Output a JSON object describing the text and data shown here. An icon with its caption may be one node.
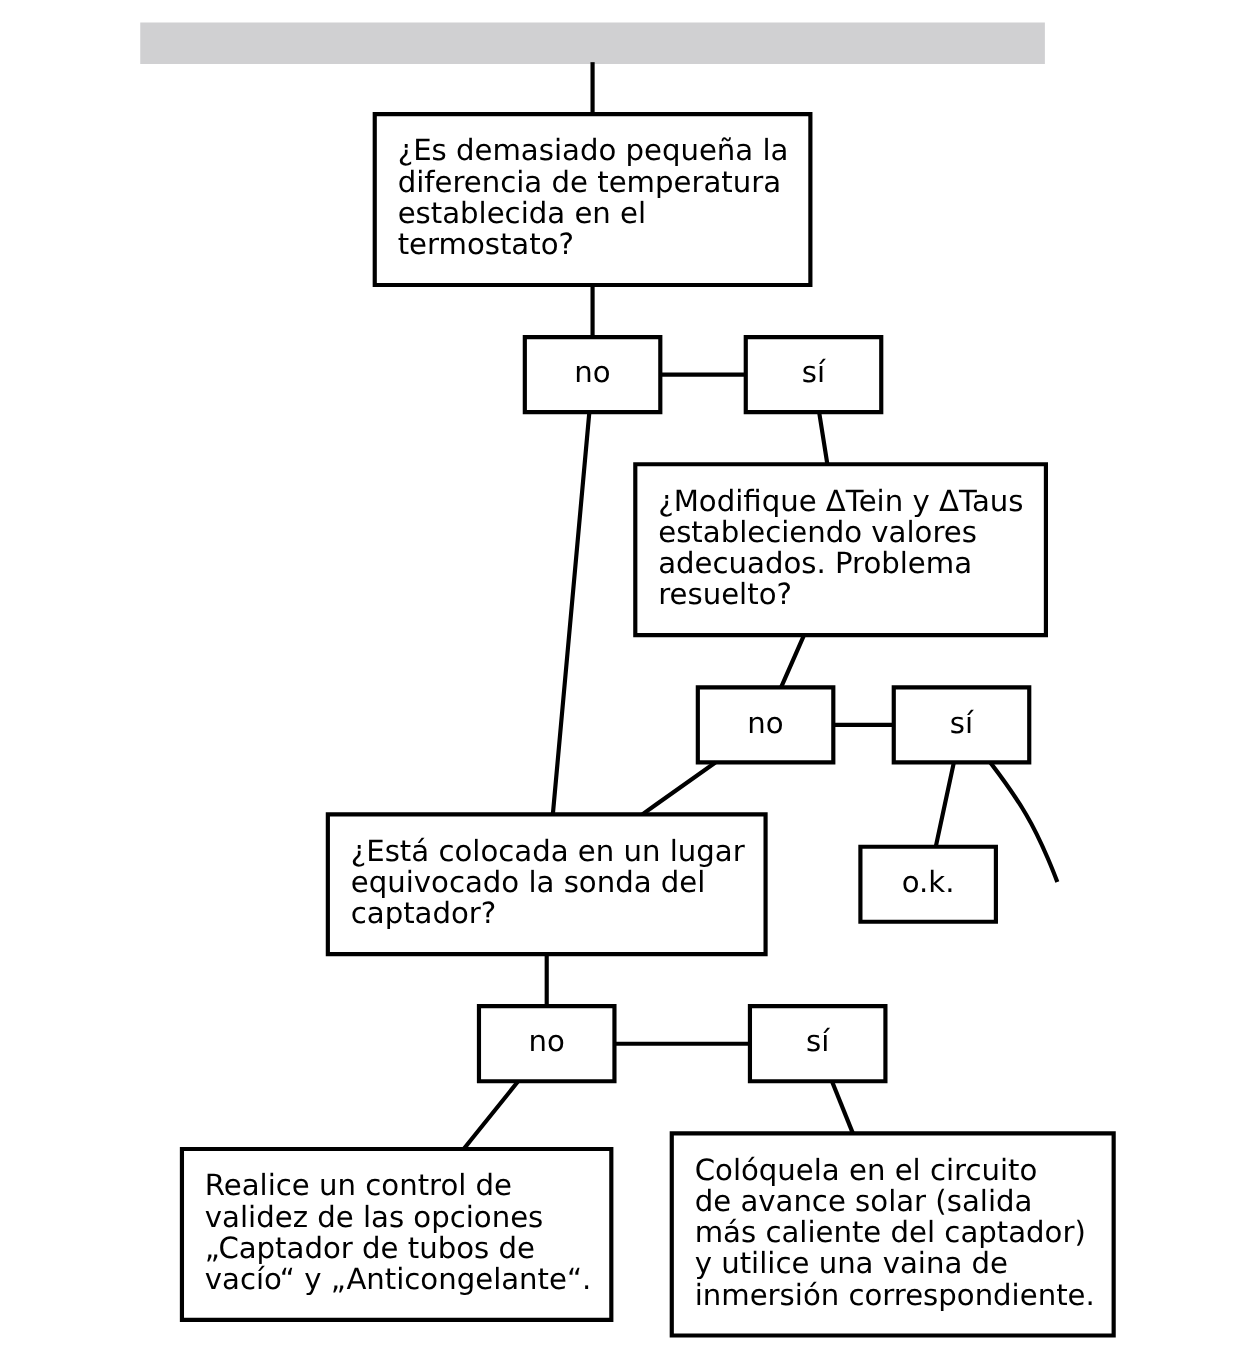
{
  "diagram": {
    "nodes": [
      {
        "text": [],
        "shape": "bar"
      },
      {
        "text": [
          "¿Es demasiado pequeña la diferencia de temperatura establecida en el termostato?"
        ]
      },
      {
        "text": [
          "no"
        ]
      },
      {
        "text": [
          "sí"
        ]
      },
      {
        "text": [
          "¿Modifique ΔTein y ΔTaus estableciendo valores adecuados. Problema resuelto?"
        ]
      },
      {
        "text": [
          "no"
        ]
      },
      {
        "text": [
          "sí"
        ]
      },
      {
        "text": [
          "o.k."
        ]
      },
      {
        "text": [
          "¿Está colocada en un lugar equivocado la sonda del captador?"
        ]
      },
      {
        "text": [
          "no"
        ]
      },
      {
        "text": [
          "sí"
        ]
      },
      {
        "text": [
          "Colóquela en el circuito de avance solar (salida más caliente del captador) y utilice una vaina de inmersión correspondiente."
        ]
      },
      {
        "text": [
          "Realice un control de validez de las opciones „Captador de tubos de vacío“ y „Anticongelante“."
        ]
      }
    ],
    "edges": [
      {
        "from": 0,
        "to": 1,
        "arrow": "none"
      },
      {
        "from": 1,
        "to": 2,
        "arrow": "none"
      },
      {
        "from": 2,
        "to": 3,
        "arrow": "none"
      },
      {
        "from": 3,
        "to": 4,
        "arrow": "none"
      },
      {
        "from": 4,
        "to": 5,
        "arrow": "none"
      },
      {
        "from": 5,
        "to": 6,
        "arrow": "none"
      },
      {
        "from": 6,
        "to": 7,
        "arrow": "none"
      },
      {
        "from": 6,
        "to": null,
        "arrow": "none"
      },
      {
        "from": 5,
        "to": 8,
        "arrow": "none"
      },
      {
        "from": 2,
        "to": 8,
        "arrow": "none"
      },
      {
        "from": 8,
        "to": 9,
        "arrow": "none"
      },
      {
        "from": 9,
        "to": 10,
        "arrow": "none"
      },
      {
        "from": 10,
        "to": 11,
        "arrow": "none"
      },
      {
        "from": 9,
        "to": 12,
        "arrow": "none"
      }
    ]
  }
}
